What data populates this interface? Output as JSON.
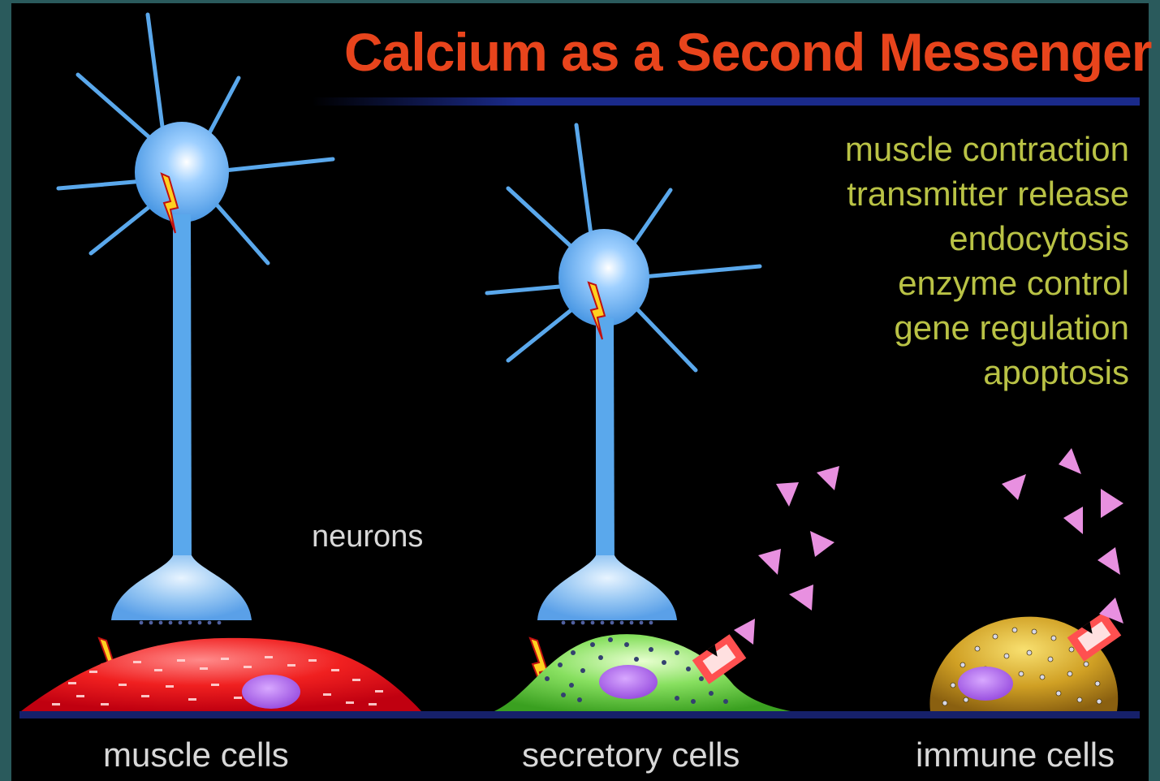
{
  "title": "Calcium as a Second Messenger",
  "functions": [
    "muscle contraction",
    "transmitter release",
    "endocytosis",
    "enzyme control",
    "gene regulation",
    "apoptosis"
  ],
  "labels": {
    "neurons": "neurons",
    "muscle_cells": "muscle cells",
    "secretory_cells": "secretory cells",
    "immune_cells": "immune cells"
  },
  "colors": {
    "title": "#e8441c",
    "function_text": "#b9c245",
    "neuron": "#5aa8ec",
    "muscle_cell": "#e8141c",
    "secretory_cell": "#5ec83a",
    "immune_cell": "#c8a020",
    "nucleus": "#a060e0",
    "signal_molecule": "#e890e0",
    "baseline": "#16206a"
  }
}
